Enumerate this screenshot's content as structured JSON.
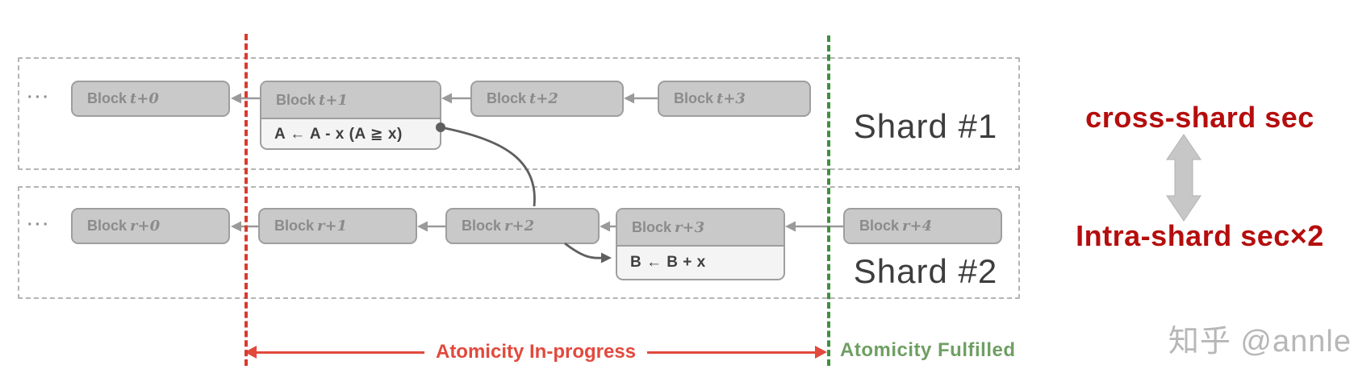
{
  "shard1": {
    "label": "Shard #1",
    "ellipsis": "···",
    "blocks": [
      {
        "prefix": "Block",
        "index": "t+0"
      },
      {
        "prefix": "Block",
        "index": "t+1"
      },
      {
        "prefix": "Block",
        "index": "t+2"
      },
      {
        "prefix": "Block",
        "index": "t+3"
      }
    ],
    "note": {
      "text": "A ← A - x  (A ≧ x)"
    }
  },
  "shard2": {
    "label": "Shard #2",
    "ellipsis": "···",
    "blocks": [
      {
        "prefix": "Block",
        "index": "r+0"
      },
      {
        "prefix": "Block",
        "index": "r+1"
      },
      {
        "prefix": "Block",
        "index": "r+2"
      },
      {
        "prefix": "Block",
        "index": "r+3"
      },
      {
        "prefix": "Block",
        "index": "r+4"
      }
    ],
    "note": {
      "text": "B ← B + x"
    }
  },
  "timeline": {
    "in_progress_label": "Atomicity In-progress",
    "fulfilled_label": "Atomicity Fulfilled"
  },
  "annotations": {
    "cross_shard": "cross-shard sec",
    "intra_shard": "Intra-shard sec×2"
  },
  "watermark": "知乎 @annle",
  "colors": {
    "red_dashed_line": "#d93a2e",
    "green_dashed_line": "#3f8f3f",
    "in_progress_red": "#e2493d",
    "fulfilled_green": "#6f9f63",
    "annotation_red": "#b50d0d",
    "block_fill": "#c9c9c9",
    "block_border": "#9e9e9e",
    "note_fill": "#f4f4f4",
    "connector_gray": "#9a9a9a",
    "curve_gray": "#5f5f5f",
    "double_arrow_gray": "#c7c7c7"
  }
}
